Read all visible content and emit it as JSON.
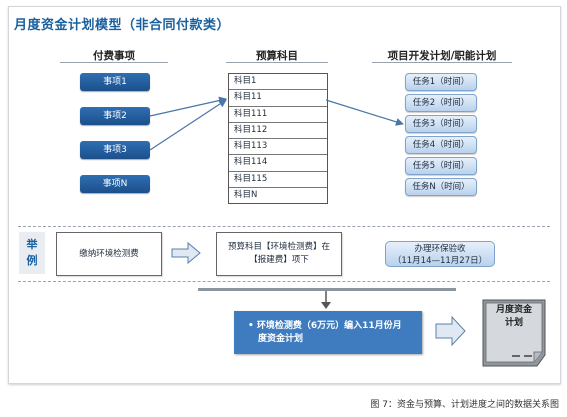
{
  "title": "月度资金计划模型（非合同付款类）",
  "columns": {
    "payment": "付费事项",
    "budget": "预算科目",
    "plan": "项目开发计划/职能计划"
  },
  "payment_items": [
    "事项1",
    "事项2",
    "事项3",
    "事项N"
  ],
  "budget_subjects": [
    "科目1",
    "科目11",
    "科目111",
    "科目112",
    "科目113",
    "科目114",
    "科目115",
    "科目N"
  ],
  "tasks": [
    "任务1（时间）",
    "任务2（时间）",
    "任务3（时间）",
    "任务4（时间）",
    "任务5（时间）",
    "任务N（时间）"
  ],
  "example": {
    "label_line1": "举",
    "label_line2": "例",
    "payment": "缴纳环境检测费",
    "budget_line1": "预算科目【环境检测费】在",
    "budget_line2": "【报建费】项下",
    "task_line1": "办理环保验收",
    "task_line2": "（11月14—11月27日）"
  },
  "result": {
    "line1": "•  环境检测费（6万元）编入11月份月",
    "line2": "度资金计划"
  },
  "doc": {
    "line1": "月度资金",
    "line2": "计划"
  },
  "caption": "图 7：资金与预算、计划进度之间的数据关系图",
  "colors": {
    "title": "#1a5f9e",
    "pay_button": "#2f6fb3",
    "task_button": "#b9d1ec",
    "result_box": "#3f7cbf"
  }
}
